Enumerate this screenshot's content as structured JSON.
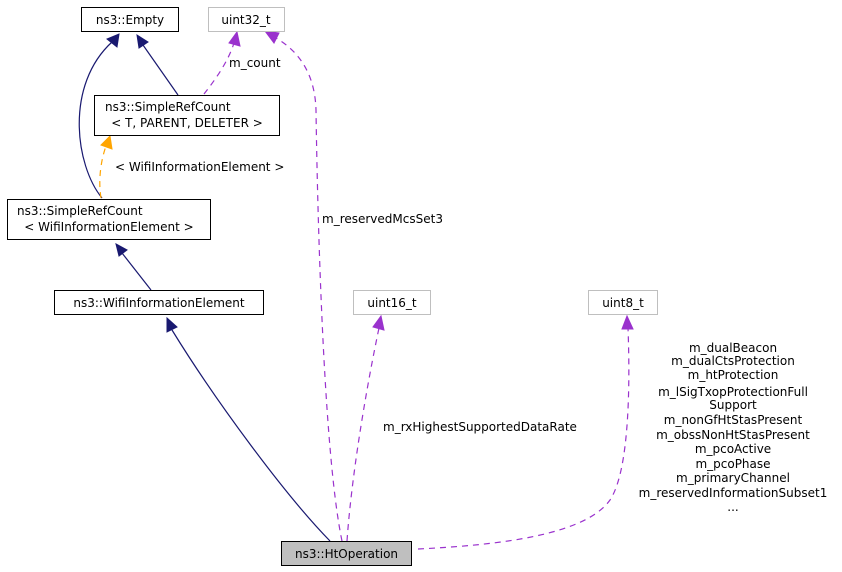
{
  "nodes": {
    "empty": "ns3::Empty",
    "uint32": "uint32_t",
    "simple_ref_count_template": [
      "ns3::SimpleRefCount",
      "< T, PARENT, DELETER >"
    ],
    "simple_ref_count_wifi": [
      "ns3::SimpleRefCount",
      "< WifiInformationElement >"
    ],
    "wifi_information_element": "ns3::WifiInformationElement",
    "uint16": "uint16_t",
    "uint8": "uint8_t",
    "ht_operation": "ns3::HtOperation"
  },
  "edge_labels": {
    "m_count": "m_count",
    "template_arg": "< WifiInformationElement >",
    "reserved_mcs": "m_reservedMcsSet3",
    "rx_highest": "m_rxHighestSupportedDataRate",
    "uint8_members": [
      "m_dualBeacon",
      "m_dualCtsProtection",
      "m_htProtection",
      "m_lSigTxopProtectionFull",
      "Support",
      "m_nonGfHtStasPresent",
      "m_obssNonHtStasPresent",
      "m_pcoActive",
      "m_pcoPhase",
      "m_primaryChannel",
      "m_reservedInformationSubset1",
      "..."
    ]
  },
  "colors": {
    "inheritance": "#191970",
    "member_usage": "#9a32cd",
    "template_instance": "#ffa500",
    "current_class_fill": "#bfbfbf",
    "external_type_border": "#bfbfbf"
  }
}
